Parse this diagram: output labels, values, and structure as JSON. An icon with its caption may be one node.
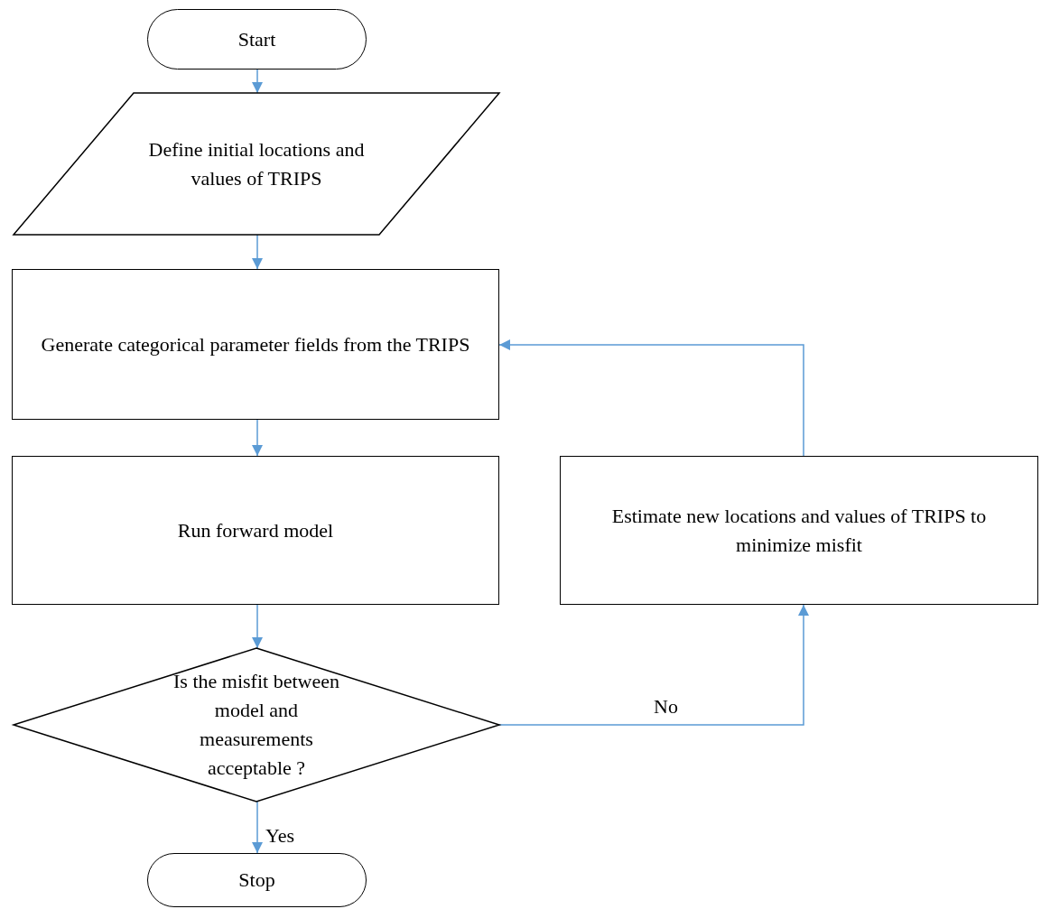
{
  "diagram": {
    "nodes": [
      {
        "text": [
          "Start"
        ]
      },
      {
        "text": [
          "Define initial  locations and values of TRIPS"
        ]
      },
      {
        "text": [
          "Generate categorical  parameter fields from the TRIPS"
        ]
      },
      {
        "text": [
          "Run forward model"
        ]
      },
      {
        "text": [
          "Is the misfit between model and measurements acceptable ?"
        ]
      },
      {
        "text": [
          "Stop"
        ]
      },
      {
        "text": [
          "Estimate new locations and values of TRIPS to minimize misfit"
        ]
      }
    ],
    "edges": [
      {
        "from": 0,
        "to": 1,
        "arrow": "to"
      },
      {
        "from": 1,
        "to": 2,
        "arrow": "to"
      },
      {
        "from": 2,
        "to": 3,
        "arrow": "to"
      },
      {
        "from": 3,
        "to": 4,
        "arrow": "to"
      },
      {
        "from": 4,
        "to": 6,
        "arrow": "to",
        "label": "No"
      },
      {
        "from": 6,
        "to": 2,
        "arrow": "to"
      },
      {
        "from": 4,
        "to": 5,
        "arrow": "to",
        "label": "Yes"
      }
    ]
  }
}
